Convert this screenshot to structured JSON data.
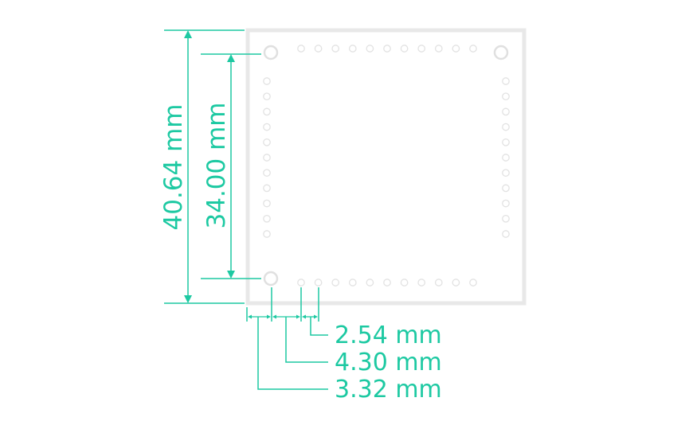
{
  "dimensions": {
    "board_height": "40.64 mm",
    "hole_spacing": "34.00  mm",
    "pin_pitch": "2.54 mm",
    "first_pin_offset": "4.30 mm",
    "hole_edge_offset": "3.32 mm"
  },
  "colors": {
    "dimension": "#1dc9a2",
    "board_outline": "#e8e8e8",
    "pad_outline": "#e2e2e2"
  }
}
